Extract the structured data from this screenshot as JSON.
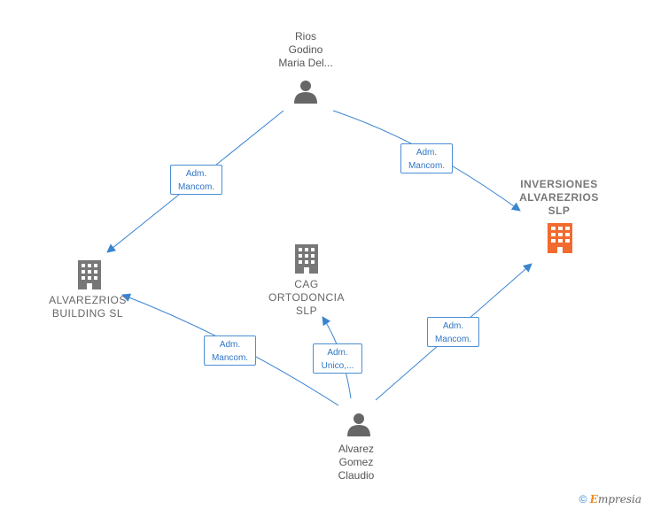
{
  "nodes": {
    "rios": {
      "label": "Rios\nGodino\nMaria Del..."
    },
    "inversiones": {
      "label": "INVERSIONES\nALVAREZRIOS\nSLP"
    },
    "alvarezrios_building": {
      "label": "ALVAREZRIOS\nBUILDING  SL"
    },
    "cag": {
      "label": "CAG\nORTODONCIA\nSLP"
    },
    "alvarez": {
      "label": "Alvarez\nGomez\nClaudio"
    }
  },
  "edges": {
    "rios_building": {
      "label": "Adm.\nMancom."
    },
    "rios_inversiones": {
      "label": "Adm.\nMancom."
    },
    "alvarez_building": {
      "label": "Adm.\nMancom."
    },
    "alvarez_cag": {
      "label": "Adm.\nUnico,..."
    },
    "alvarez_inversiones": {
      "label": "Adm.\nMancom."
    }
  },
  "colors": {
    "edge": "#3a84d0",
    "person_icon": "#666666",
    "company_icon": "#777777",
    "company_icon_main": "#f26a2e"
  },
  "icons": {
    "person": "person-icon",
    "company": "building-icon"
  },
  "footer": {
    "copyright": "©",
    "brand_first": "E",
    "brand_rest": "mpresia"
  }
}
